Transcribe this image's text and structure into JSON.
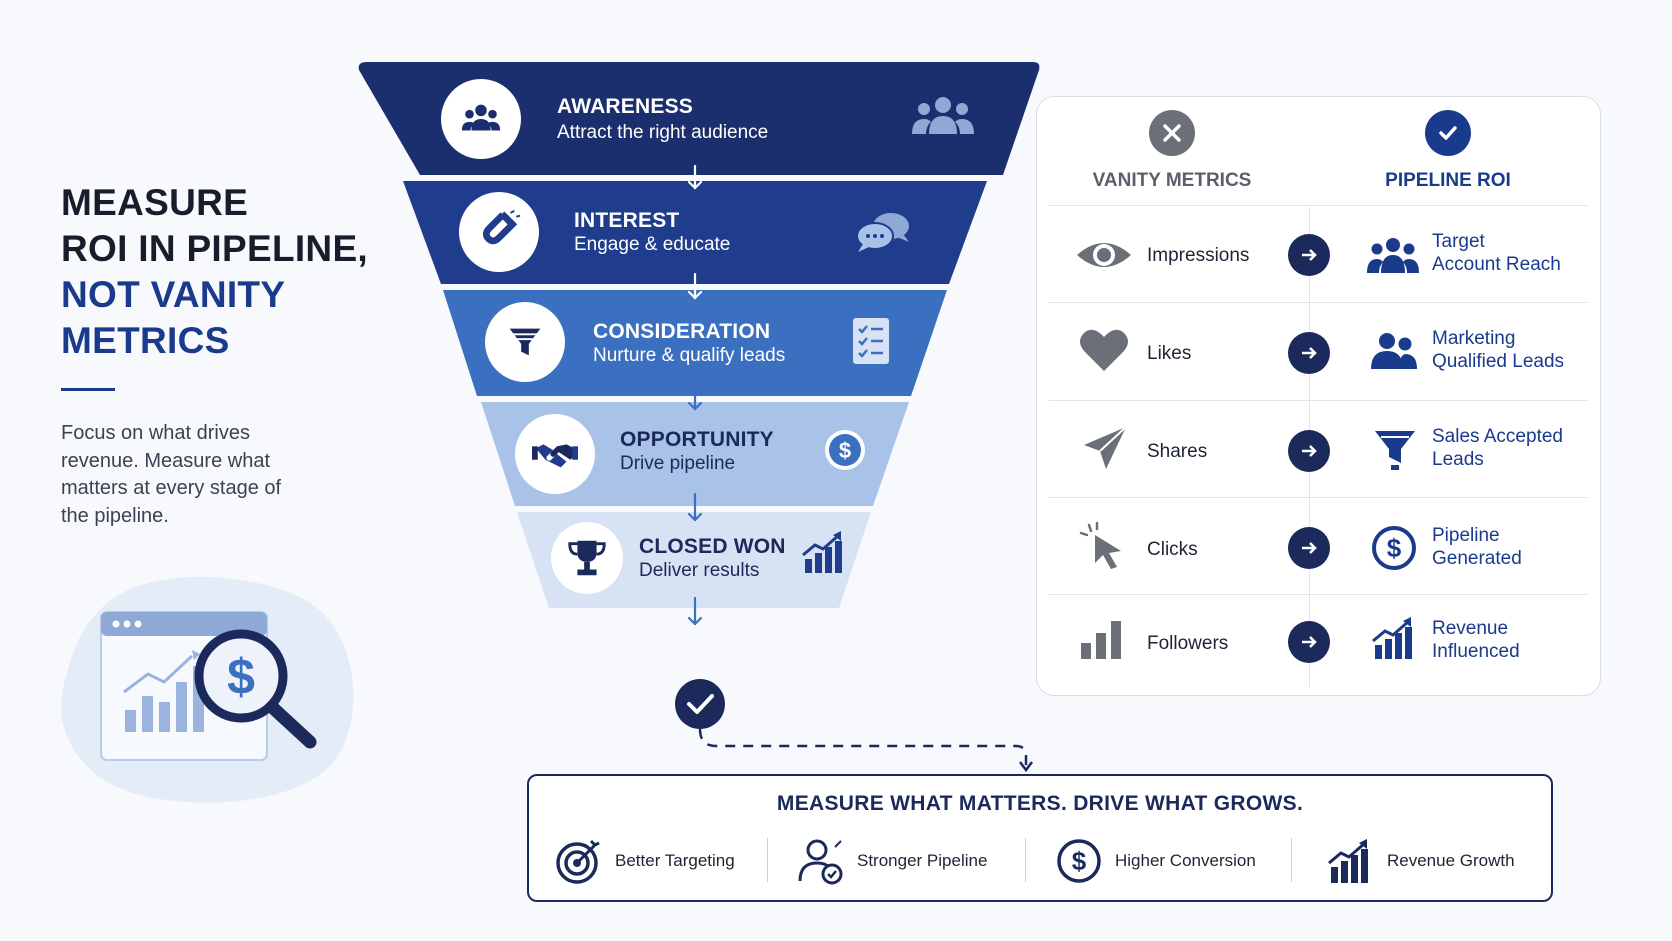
{
  "headline": {
    "line1": "MEASURE",
    "line2": "ROI IN PIPELINE,",
    "line3": "NOT VANITY",
    "line4": "METRICS"
  },
  "intro": "Focus on what drives revenue. Measure what matters at every stage of the pipeline.",
  "funnel": {
    "stages": [
      {
        "title": "AWARENESS",
        "subtitle": "Attract the right audience",
        "icon": "people-icon",
        "side_icon": "audience-icon",
        "color": "#1b2f6e"
      },
      {
        "title": "INTEREST",
        "subtitle": "Engage & educate",
        "icon": "magnet-icon",
        "side_icon": "chat-bubbles-icon",
        "color": "#1f3d8c"
      },
      {
        "title": "CONSIDERATION",
        "subtitle": "Nurture & qualify leads",
        "icon": "funnel-icon",
        "side_icon": "checklist-icon",
        "color": "#3b6fc0"
      },
      {
        "title": "OPPORTUNITY",
        "subtitle": "Drive pipeline",
        "icon": "handshake-icon",
        "side_icon": "dollar-icon",
        "color": "#a9c2e8"
      },
      {
        "title": "CLOSED WON",
        "subtitle": "Deliver results",
        "icon": "trophy-icon",
        "side_icon": "growth-chart-icon",
        "color": "#d7e3f4"
      }
    ]
  },
  "compare": {
    "vanity_header": "VANITY METRICS",
    "pipeline_header": "PIPELINE ROI",
    "rows": [
      {
        "vanity": "Impressions",
        "vanity_icon": "eye-icon",
        "pipeline_line1": "Target",
        "pipeline_line2": "Account Reach",
        "pipeline_icon": "people-icon"
      },
      {
        "vanity": "Likes",
        "vanity_icon": "heart-icon",
        "pipeline_line1": "Marketing",
        "pipeline_line2": "Qualified Leads",
        "pipeline_icon": "users-icon"
      },
      {
        "vanity": "Shares",
        "vanity_icon": "paper-plane-icon",
        "pipeline_line1": "Sales Accepted",
        "pipeline_line2": "Leads",
        "pipeline_icon": "funnel-icon"
      },
      {
        "vanity": "Clicks",
        "vanity_icon": "cursor-click-icon",
        "pipeline_line1": "Pipeline",
        "pipeline_line2": "Generated",
        "pipeline_icon": "dollar-icon"
      },
      {
        "vanity": "Followers",
        "vanity_icon": "bar-chart-icon",
        "pipeline_line1": "Revenue",
        "pipeline_line2": "Influenced",
        "pipeline_icon": "growth-chart-icon"
      }
    ]
  },
  "bottom": {
    "title": "MEASURE WHAT MATTERS. DRIVE WHAT GROWS.",
    "benefits": [
      {
        "label": "Better Targeting",
        "icon": "target-icon"
      },
      {
        "label": "Stronger Pipeline",
        "icon": "user-check-icon"
      },
      {
        "label": "Higher Conversion",
        "icon": "dollar-icon"
      },
      {
        "label": "Revenue Growth",
        "icon": "growth-chart-icon"
      }
    ]
  },
  "colors": {
    "navy": "#1b2a5a",
    "brand_blue": "#1a3a8c",
    "accent_blue": "#3b6fc0",
    "vanity_gray": "#6b6f78"
  }
}
